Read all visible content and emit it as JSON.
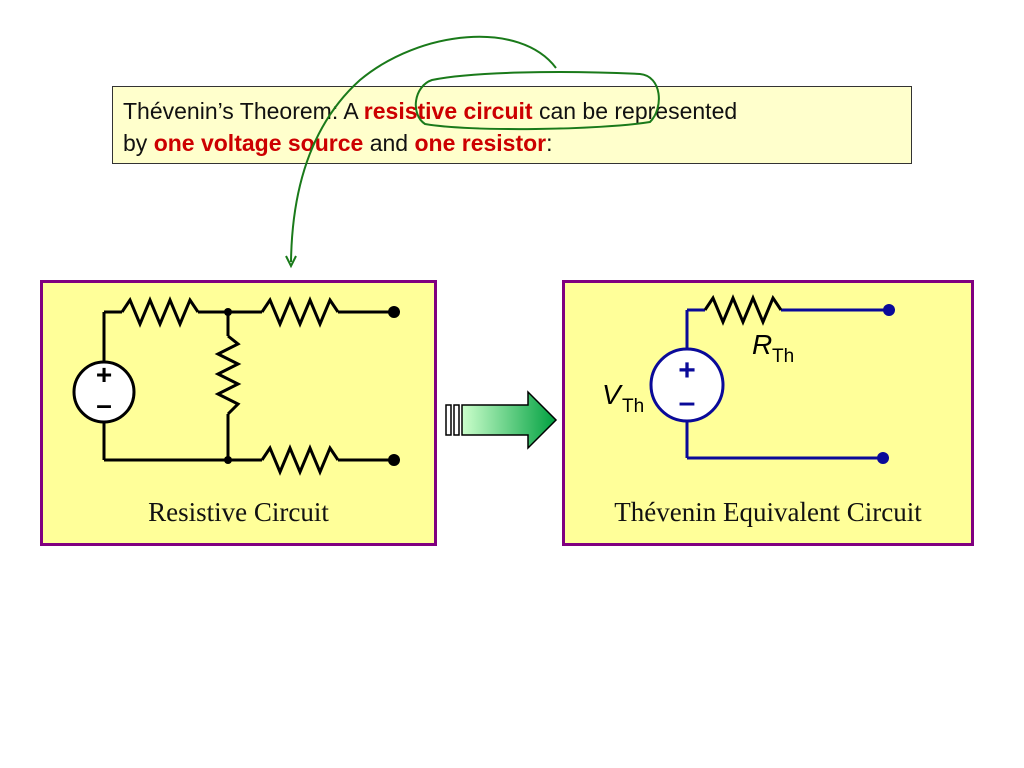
{
  "theorem": {
    "text_1": "Thévenin’s Theorem:  A ",
    "highlight_1": "resistive circuit",
    "text_2": " can be represented",
    "text_3": "by ",
    "highlight_2": "one voltage source",
    "text_4": " and ",
    "highlight_3": "one resistor",
    "text_5": ":"
  },
  "left": {
    "caption": "Resistive Circuit",
    "plus": "+",
    "minus": "–"
  },
  "right": {
    "caption": "Thévenin Equivalent Circuit",
    "plus": "+",
    "minus": "–",
    "r_label": "R",
    "r_sub": "Th",
    "v_label": "V",
    "v_sub": "Th"
  },
  "colors": {
    "highlight": "#cc0000",
    "box_fill": "#ffffcc",
    "panel_fill": "#ffff99",
    "panel_border": "#800080",
    "annotation": "#1a7a1a",
    "equivalent_wire": "#0a0a99",
    "arrow_start": "#ccffcc",
    "arrow_end": "#00a040"
  },
  "icons": {
    "arrow": "right-arrow-icon"
  }
}
